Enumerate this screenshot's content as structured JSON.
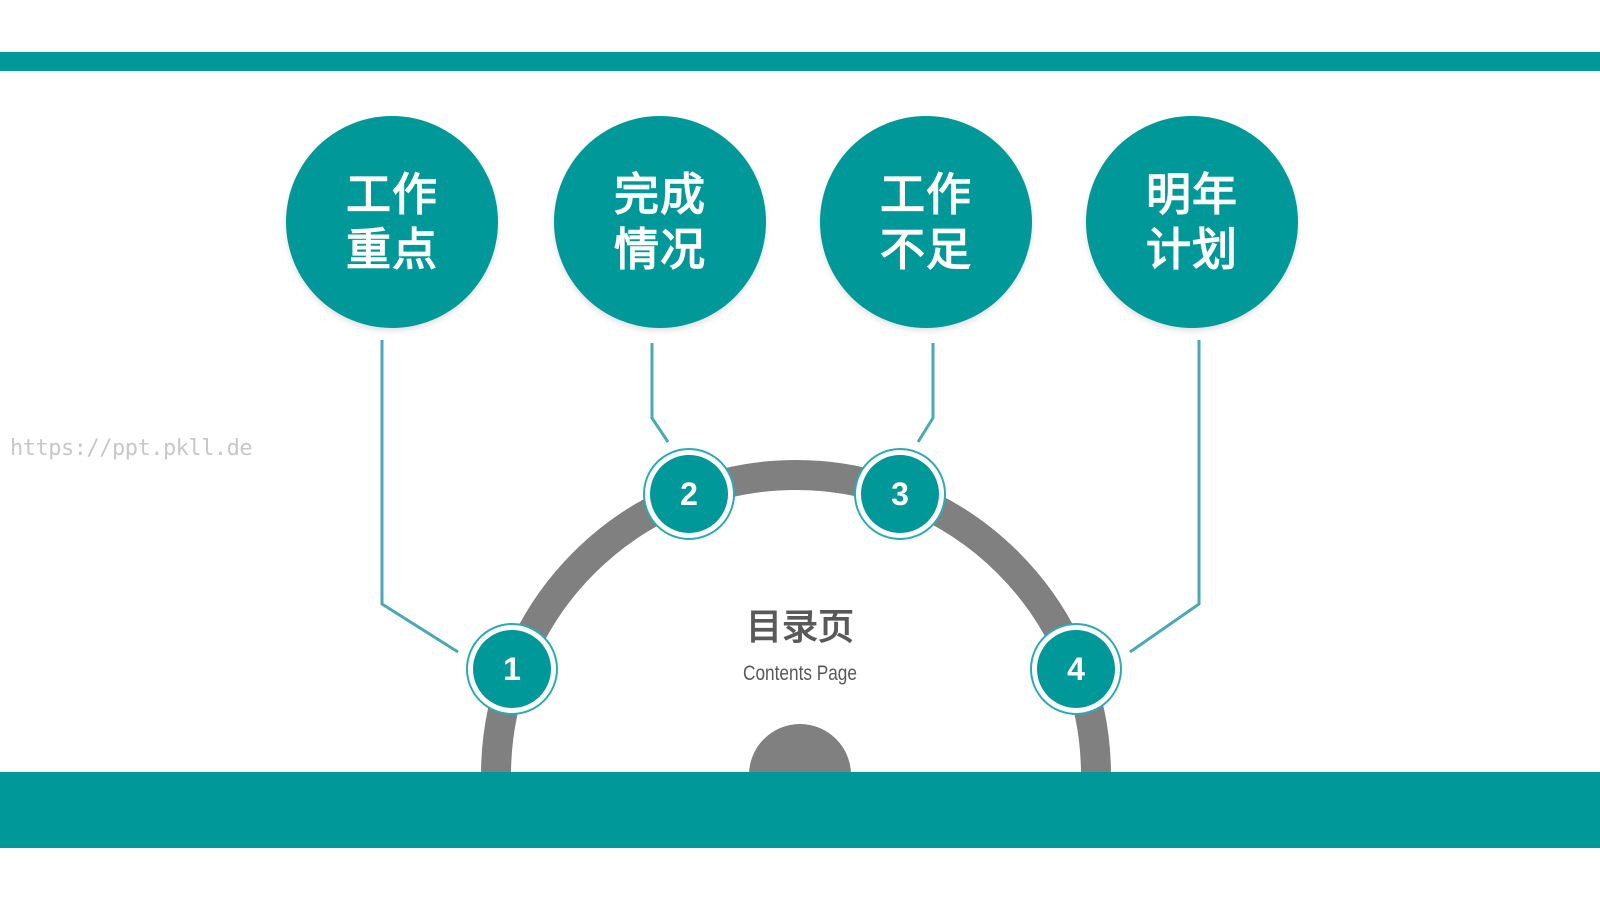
{
  "colors": {
    "teal": "#009898",
    "gray": "#808080",
    "line": "#4aa9b6",
    "node_ring": "#2aaab5"
  },
  "watermark": "https://ppt.pkll.de",
  "center": {
    "title": "目录页",
    "subtitle": "Contents Page"
  },
  "topics": [
    {
      "line1": "工作",
      "line2": "重点"
    },
    {
      "line1": "完成",
      "line2": "情况"
    },
    {
      "line1": "工作",
      "line2": "不足"
    },
    {
      "line1": "明年",
      "line2": "计划"
    }
  ],
  "nodes": [
    {
      "label": "1"
    },
    {
      "label": "2"
    },
    {
      "label": "3"
    },
    {
      "label": "4"
    }
  ]
}
